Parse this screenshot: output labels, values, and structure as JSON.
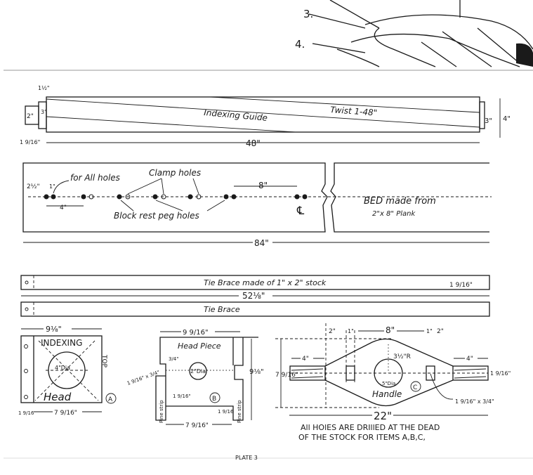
{
  "top_illustration": {
    "labels": [
      "3.",
      "4."
    ]
  },
  "indexing_guide": {
    "title": "Indexing Guide",
    "twist": "Twist  1-48\"",
    "length": "48\"",
    "end_width_top": "1½\"",
    "end_inner": "2\"",
    "end_outer": "3\"",
    "end_offset": "1 9/16\"",
    "right_inner": "3\"",
    "right_outer": "4\""
  },
  "bed": {
    "label": "BED  made from",
    "material": "2\"x 8\" Plank",
    "for_all_holes": "for All holes",
    "clamp_holes": "Clamp  holes",
    "block_rest": "Block rest peg holes",
    "dim_start": "2½\"",
    "dim_hole": "1\"",
    "dim_4": "4\"",
    "dim_8": "8\"",
    "centerline": "℄",
    "length": "84\""
  },
  "tie_braces": {
    "brace1": "Tie Brace    made of  1\" x 2\"  stock",
    "brace1_width": "1 9/16\"",
    "length": "52⅛\"",
    "brace2": "Tie Brace"
  },
  "part_a": {
    "width": "9⅛\"",
    "title_top": "INDEXING",
    "title_bottom": "Head",
    "dia": "4\"Dia",
    "top": "TOP",
    "offset": "1 9/16",
    "inner_width": "7 9/16\"",
    "marker": "A"
  },
  "part_b": {
    "width": "9 9/16\"",
    "title": "Head Piece",
    "dia": "2\"Dia",
    "notch": "3/4\"",
    "notch_size": "1 9/16\" x 3/4\"",
    "height": "9⅛\"",
    "strip": "Pine strip",
    "inset1": "1 9/16\"",
    "inset2": "1 9/16",
    "inner_width": "7 9/16\"",
    "marker": "B"
  },
  "part_c": {
    "d2a": "2\"",
    "d1a": "1\"",
    "d8": "8\"",
    "d1b": "1\"",
    "d2b": "2\"",
    "d4a": "4\"",
    "d4b": "4\"",
    "radius": "3½\"R",
    "dia": "5\"Dia",
    "height": "7 9/16\"",
    "end": "1 9/16\"",
    "title": "Handle",
    "marker": "C",
    "slot": "1 9/16\" x 3/4\"",
    "length": "22\""
  },
  "note": {
    "line1": "All HOlES ARE DRIllED AT THE DEAD",
    "line2": "OF THE STOCK FOR ITEMS  A,B,C,"
  },
  "footer": {
    "plate": "PLATE 3"
  }
}
